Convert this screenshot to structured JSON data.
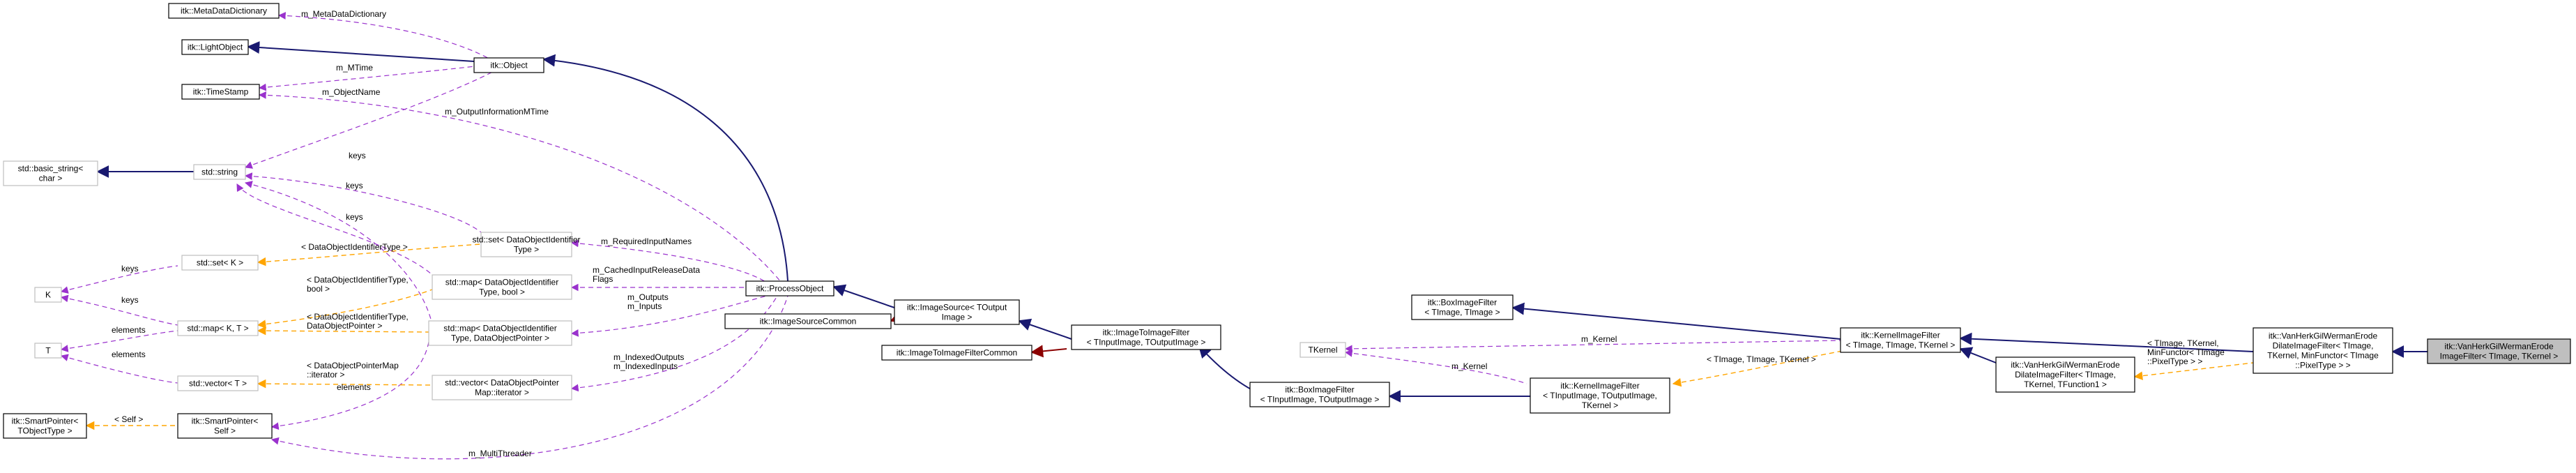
{
  "diagram": {
    "nodes": {
      "meta_dict": [
        "itk::MetaDataDictionary"
      ],
      "light_object": [
        "itk::LightObject"
      ],
      "object": [
        "itk::Object"
      ],
      "time_stamp": [
        "itk::TimeStamp"
      ],
      "basic_string": [
        "std::basic_string<",
        "char >"
      ],
      "string": [
        "std::string"
      ],
      "set_dataobj": [
        "std::set< DataObjectIdentifier",
        "Type >"
      ],
      "set_k": [
        "std::set< K >"
      ],
      "k": [
        "K"
      ],
      "map_kt": [
        "std::map< K, T >"
      ],
      "t": [
        "T"
      ],
      "vector_t": [
        "std::vector< T >"
      ],
      "smartptr_tobj": [
        "itk::SmartPointer<",
        "TObjectType >"
      ],
      "smartptr_self": [
        "itk::SmartPointer<",
        "Self >"
      ],
      "map_bool": [
        "std::map< DataObjectIdentifier",
        "Type, bool >"
      ],
      "map_dataobj": [
        "std::map< DataObjectIdentifier",
        "Type, DataObjectPointer >"
      ],
      "vector_dopm": [
        "std::vector< DataObjectPointer",
        "Map::iterator >"
      ],
      "process_object": [
        "itk::ProcessObject"
      ],
      "image_source_common": [
        "itk::ImageSourceCommon"
      ],
      "image_source": [
        "itk::ImageSource< TOutput",
        "Image >"
      ],
      "itif_common": [
        "itk::ImageToImageFilterCommon"
      ],
      "itif": [
        "itk::ImageToImageFilter",
        "< TInputImage, TOutputImage >"
      ],
      "box_tin": [
        "itk::BoxImageFilter",
        "< TInputImage, TOutputImage >"
      ],
      "box_timage": [
        "itk::BoxImageFilter",
        "< TImage, TImage >"
      ],
      "tkernel": [
        "TKernel"
      ],
      "kernel_full": [
        "itk::KernelImageFilter",
        "< TInputImage, TOutputImage,",
        "TKernel >"
      ],
      "kernel_timage": [
        "itk::KernelImageFilter",
        "< TImage, TImage, TKernel >"
      ],
      "vhgw_generic": [
        "itk::VanHerkGilWermanErode",
        "DilateImageFilter< TImage,",
        "TKernel, TFunction1 >"
      ],
      "vhgw_min": [
        "itk::VanHerkGilWermanErode",
        "DilateImageFilter< TImage,",
        "TKernel, MinFunctor< TImage",
        "::PixelType > >"
      ],
      "vhgw_erode": [
        "itk::VanHerkGilWermanErode",
        "ImageFilter< TImage, TKernel >"
      ]
    },
    "edge_labels": {
      "m_meta_dictionary": [
        "m_MetaDataDictionary"
      ],
      "m_mtime": [
        "m_MTime"
      ],
      "m_object_name": [
        "m_ObjectName"
      ],
      "m_output_information_mtime": [
        "m_OutputInformationMTime"
      ],
      "keys_string_1": [
        "keys"
      ],
      "keys_string_2": [
        "keys"
      ],
      "keys_string_3": [
        "keys"
      ],
      "keys_k_1": [
        "keys"
      ],
      "keys_k_2": [
        "keys"
      ],
      "tpl_set_k": [
        "< DataObjectIdentifierType >"
      ],
      "tpl_map_kt": [
        "< DataObjectIdentifierType,",
        "bool >"
      ],
      "tpl_map_kt_2": [
        "< DataObjectIdentifierType,",
        "DataObjectPointer >"
      ],
      "elements_t_1": [
        "elements"
      ],
      "elements_t_2": [
        "elements"
      ],
      "elements_smart": [
        "elements"
      ],
      "tpl_vector_t": [
        "< DataObjectPointerMap",
        "::iterator >"
      ],
      "tpl_self": [
        "< Self >"
      ],
      "m_required_input_names": [
        "m_RequiredInputNames"
      ],
      "m_cached_input_release": [
        "m_CachedInputReleaseData",
        "Flags"
      ],
      "m_outputs_inputs": [
        "m_Outputs",
        "m_Inputs"
      ],
      "m_indexed": [
        "m_IndexedOutputs",
        "m_IndexedInputs"
      ],
      "m_multi_threader": [
        "m_MultiThreader"
      ],
      "m_kernel_1": [
        "m_Kernel"
      ],
      "m_kernel_2": [
        "m_Kernel"
      ],
      "tpl_kernel_full": [
        "< TImage, TImage, TKernel >"
      ],
      "tpl_vhgw_min": [
        "< TImage, TKernel,",
        "MinFunctor< TImage",
        "::PixelType > >"
      ]
    }
  }
}
